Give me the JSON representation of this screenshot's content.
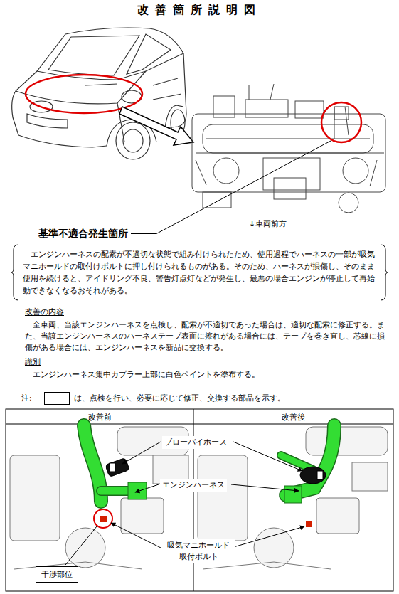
{
  "diagram": {
    "title": "改善箇所説明図",
    "nodes": [
      {
        "text": [
          "基準不適合発生箇所",
          "エンジンハーネスの配索が不適切な状態で組み付けられたため、使用過程でハーネスの一部が吸気マニホールドの取付けボルトに押し付けられるものがある。そのため、ハーネスが損傷し、そのまま使用を続けると、アイドリング不良、警告灯点灯などが発生し、最悪の場合エンジンが停止して再始動できなくなるおそれがある。"
        ]
      },
      {
        "text": [
          "干渉部位"
        ]
      }
    ],
    "labels": [
      "↓車両前方",
      "改善の内容",
      "全車両、当該エンジンハーネスを点検し、配索が不適切であった場合は、適切な配索に修正する。また、当該エンジンハーネスのハーネステープ表面に擦れがある場合には、テープを巻き直し、芯線に損傷がある場合には、エンジンハーネスを新品に交換する。",
      "識別",
      "エンジンハーネス集中カプラー上部に白色ペイントを塗布する。",
      "注:",
      "は、点検を行い、必要に応じて修正、交換する部品を示す。",
      "改善前",
      "改善後",
      "ブローバイホース",
      "エンジンハーネス",
      "吸気マニホールド 取付ボルト"
    ]
  }
}
